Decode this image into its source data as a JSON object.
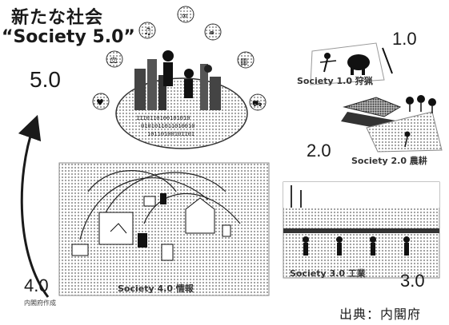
{
  "title": {
    "line1": "新たな社会",
    "line2": "“Society 5.0”"
  },
  "stages": {
    "s1": {
      "number": "1.0",
      "caption": "Society 1.0 狩猟"
    },
    "s2": {
      "number": "2.0",
      "caption": "Society 2.0 農耕"
    },
    "s3": {
      "number": "3.0",
      "caption": "Society 3.0 工業"
    },
    "s4": {
      "number": "4.0",
      "caption": "Society 4.0 情報"
    },
    "s5": {
      "number": "5.0"
    }
  },
  "small_label": "内閣府作成",
  "source": "出典：内閣府",
  "colors": {
    "ink": "#1a1a1a",
    "halftone": "#9a9a9a"
  }
}
